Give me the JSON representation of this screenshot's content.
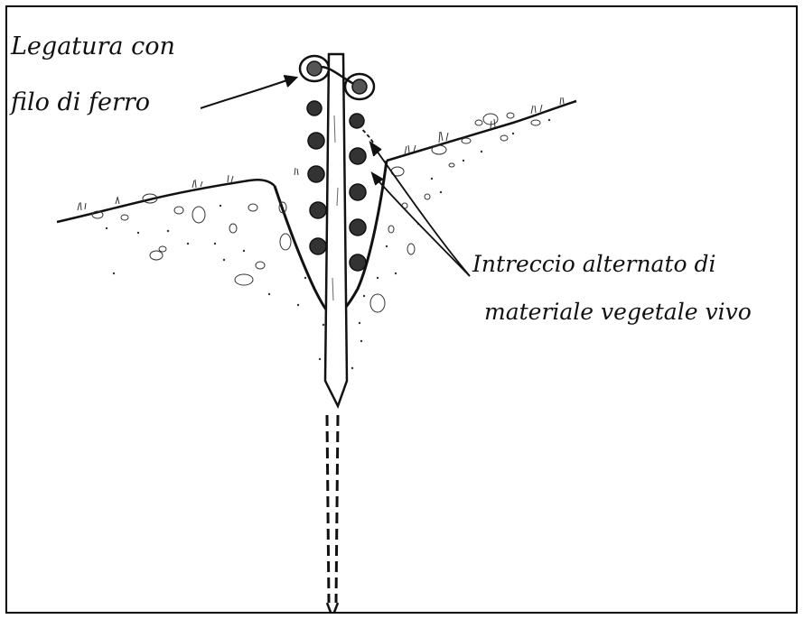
{
  "annotations": {
    "binding_line1": "Legatura con",
    "binding_line2": "filo di ferro",
    "weave_line1": "Intreccio alternato di",
    "weave_line2": "materiale vegetale vivo"
  }
}
